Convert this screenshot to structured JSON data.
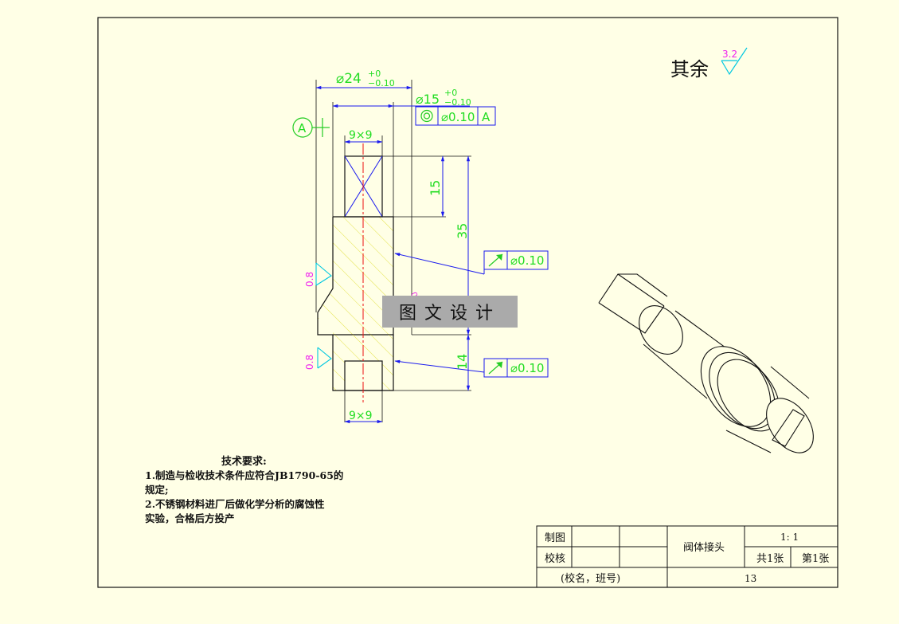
{
  "roughness": {
    "label": "其余",
    "value": "3.2"
  },
  "dimensions": {
    "d24_base": "⌀24",
    "d24_tol_up": "+0",
    "d24_tol_low": "−0.10",
    "d15_base": "⌀15",
    "d15_tol_up": "+0",
    "d15_tol_low": "−0.10",
    "square_top": "9×9",
    "square_bottom": "9×9",
    "len_15": "15",
    "len_35": "35",
    "len_14": "14",
    "rough_08_a": "0.8",
    "rough_08_b": "0.8",
    "rough_side": "0.8"
  },
  "datum": {
    "letter": "A"
  },
  "tolerances": {
    "coaxiality": {
      "value": "⌀0.10",
      "datum": "A"
    },
    "runout_1": {
      "value": "⌀0.10"
    },
    "runout_2": {
      "value": "⌀0.10"
    }
  },
  "watermark": "图文设计",
  "tech_requirements": {
    "title": "技术要求:",
    "line1": "1.制造与检收技术条件应符合JB1790-65的",
    "line2": "规定;",
    "line3": "2.不锈钢材料进厂后做化学分析的腐蚀性",
    "line4": "实验，合格后方投产"
  },
  "title_block": {
    "drawn_label": "制图",
    "checked_label": "校核",
    "part_name": "阀体接头",
    "scale": "1: 1",
    "total_sheets": "共1张",
    "sheet_no": "第1张",
    "school_class": "(校名，班号)",
    "drawing_no": "13"
  }
}
